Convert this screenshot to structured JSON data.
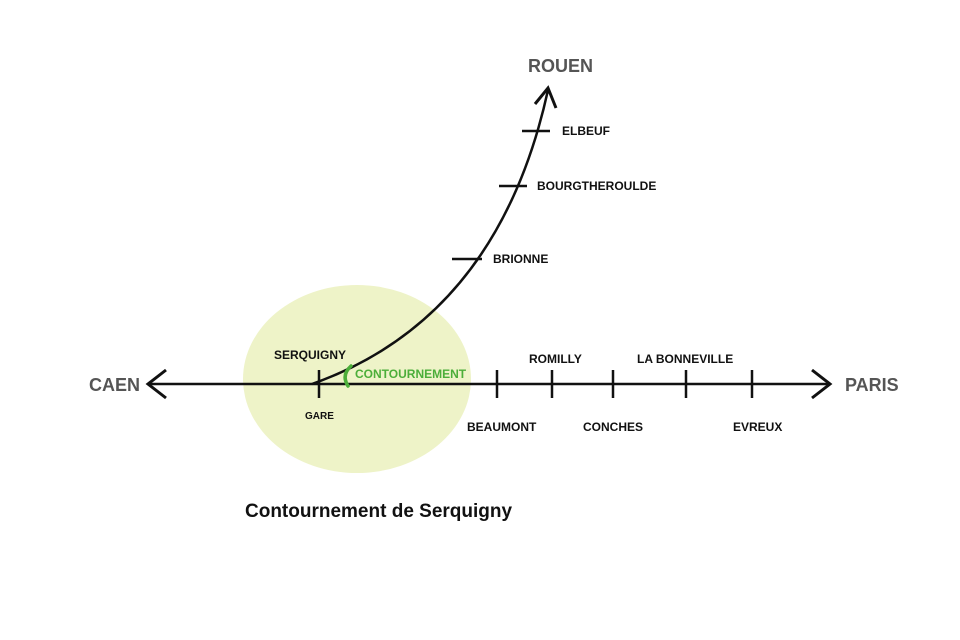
{
  "destinations": {
    "west": "CAEN",
    "east": "PARIS",
    "north": "ROUEN"
  },
  "north_branch_stations": [
    "ELBEUF",
    "BOURGTHEROULDE",
    "BRIONNE"
  ],
  "main_line_stations": [
    {
      "name": "BEAUMONT",
      "side": "below"
    },
    {
      "name": "ROMILLY",
      "side": "above"
    },
    {
      "name": "CONCHES",
      "side": "below"
    },
    {
      "name": "LA BONNEVILLE",
      "side": "above"
    },
    {
      "name": "EVREUX",
      "side": "below"
    }
  ],
  "junction": {
    "town": "SERQUIGNY",
    "station": "GARE",
    "bypass": "CONTOURNEMENT"
  },
  "caption": "Contournement de Serquigny",
  "colors": {
    "line": "#111111",
    "highlight_zone": "#eef3c8",
    "bypass": "#4cae3a",
    "destination_text": "#555555"
  }
}
